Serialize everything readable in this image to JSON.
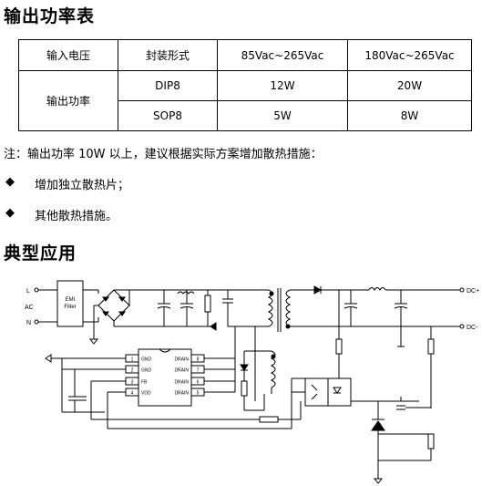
{
  "title": "输出功率表",
  "table": {
    "header": [
      "输入电压",
      "封装形式",
      "85Vac~265Vac",
      "180Vac~265Vac"
    ],
    "row_label": "输出功率",
    "rows": [
      {
        "package": "DIP8",
        "low": "12W",
        "high": "20W"
      },
      {
        "package": "SOP8",
        "low": "5W",
        "high": "8W"
      }
    ]
  },
  "note": "注：输出功率 10W 以上，建议根据实际方案增加散热措施：",
  "bullets": [
    "增加独立散热片；",
    "其他散热措施。"
  ],
  "bullet_glyph": "◆",
  "section2_title": "典型应用",
  "circuit": {
    "input_labels": {
      "l": "L",
      "ac": "AC",
      "n": "N"
    },
    "filter_label": [
      "EMI",
      "Filter"
    ],
    "output_labels": {
      "pos": "DC+",
      "neg": "DC-"
    },
    "ic_pins_left": [
      {
        "num": "1",
        "name": "GND"
      },
      {
        "num": "2",
        "name": "GND"
      },
      {
        "num": "3",
        "name": "FB"
      },
      {
        "num": "4",
        "name": "VDD"
      }
    ],
    "ic_pins_right": [
      {
        "num": "8",
        "name": "DRAIN"
      },
      {
        "num": "7",
        "name": "DRAIN"
      },
      {
        "num": "6",
        "name": "DRAIN"
      },
      {
        "num": "5",
        "name": "DRAIN"
      }
    ]
  }
}
